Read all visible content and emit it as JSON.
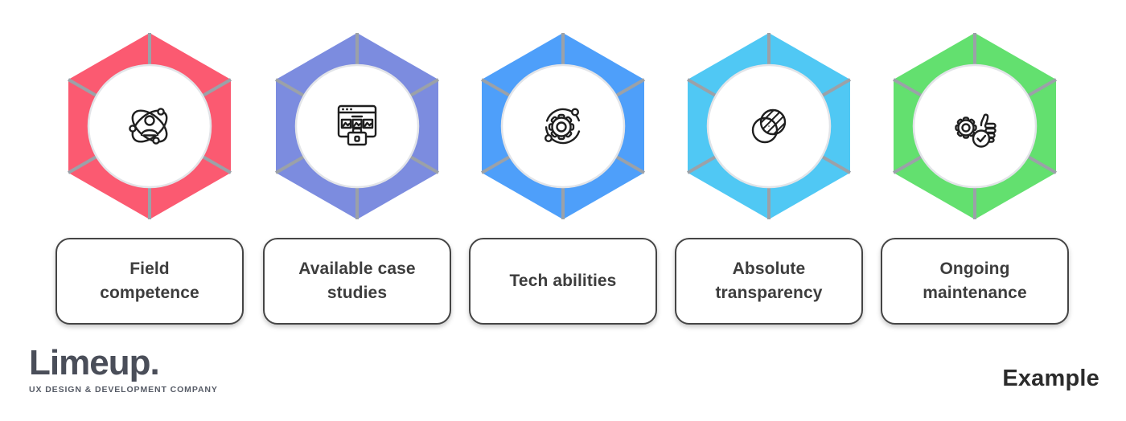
{
  "background": "#ffffff",
  "hexagon": {
    "line_color": "#9BA1A8",
    "circle_color": "#FFFFFF",
    "circle_ring_color": "#E2E4E8"
  },
  "modules": [
    {
      "label": "Field\ncompetence",
      "color": "#FB5A71",
      "icon": "person-network-icon"
    },
    {
      "label": "Available case\nstudies",
      "color": "#7C8CDF",
      "icon": "portfolio-browser-icon"
    },
    {
      "label": "Tech abilities",
      "color": "#4E9FFA",
      "icon": "gear-orbit-icon"
    },
    {
      "label": "Absolute\ntransparency",
      "color": "#50C8F4",
      "icon": "transparency-circles-icon"
    },
    {
      "label": "Ongoing\nmaintenance",
      "color": "#63E06F",
      "icon": "gear-thumbs-up-icon"
    }
  ],
  "branding": {
    "logo_text": "Limeup.",
    "tagline": "UX design & development company",
    "logo_color": "#4A4E59"
  },
  "watermark": {
    "text": "Example",
    "color": "#2B2B2B"
  }
}
